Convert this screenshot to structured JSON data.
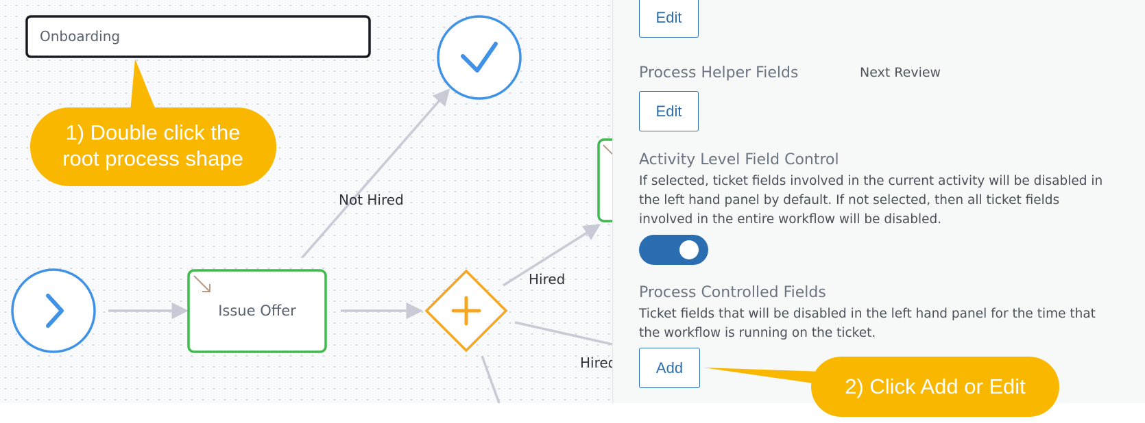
{
  "diagram": {
    "root_process_label": "Onboarding",
    "task_issue_offer": "Issue Offer",
    "edge_not_hired": "Not Hired",
    "edge_hired_upper": "Hired",
    "edge_hired_lower": "Hired"
  },
  "panel": {
    "top_edit_label": "Edit",
    "process_helper_fields": {
      "title": "Process Helper Fields",
      "value": "Next Review",
      "edit_label": "Edit"
    },
    "activity_level_field_control": {
      "title": "Activity Level Field Control",
      "description_line1": "If selected, ticket fields involved in the current activity will be disabled in",
      "description_line2": "the left hand panel by default. If not selected, then all ticket fields",
      "description_line3": "involved in the entire workflow will be disabled.",
      "toggle_on": true
    },
    "process_controlled_fields": {
      "title": "Process Controlled Fields",
      "description_line1": "Ticket fields that will be disabled in the left hand panel for the time that",
      "description_line2": "the workflow is running on the ticket.",
      "add_label": "Add"
    }
  },
  "callouts": {
    "step1_line1": "1) Double click the",
    "step1_line2": "root process shape",
    "step2": "2) Click Add or Edit"
  },
  "colors": {
    "event_blue": "#3f92e6",
    "task_green": "#3fba4d",
    "gateway_orange": "#f5a623",
    "callout_yellow": "#fab700",
    "link_blue": "#2c6fb0",
    "toggle_blue": "#2a6db0"
  }
}
